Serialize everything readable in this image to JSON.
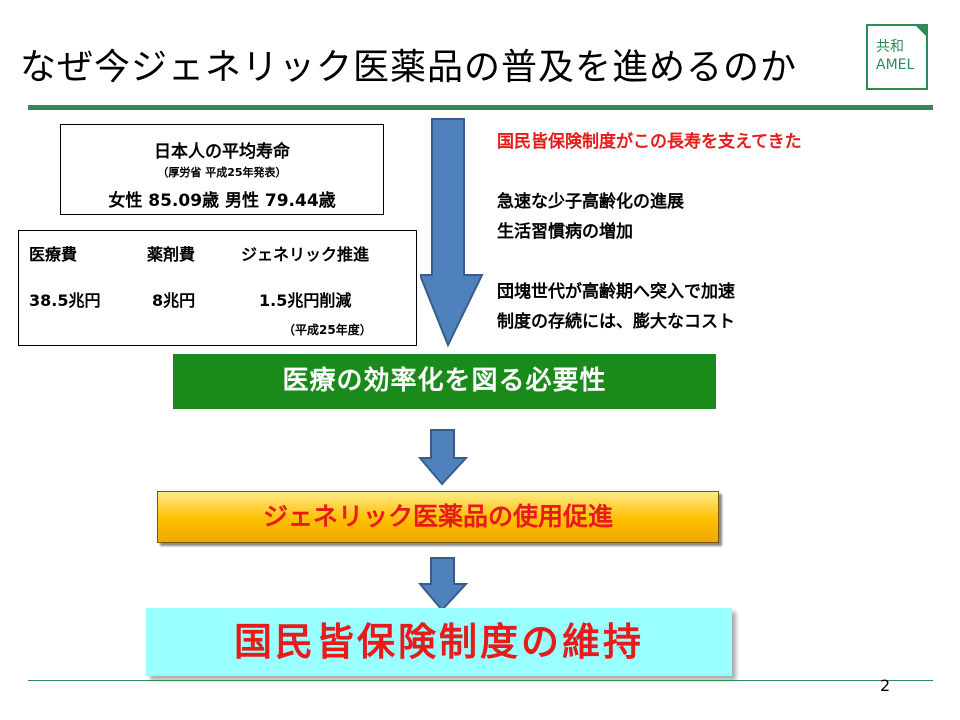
{
  "title": "なぜ今ジェネリック医薬品の普及を進めるのか",
  "logo": {
    "line1": "共和",
    "line2": "AMEL"
  },
  "lifespan": {
    "heading": "日本人の平均寿命",
    "source": "（厚労省 平成25年発表）",
    "values": "女性 85.09歳 男性 79.44歳"
  },
  "costs": {
    "headers": [
      "医療費",
      "薬剤費",
      "ジェネリック推進"
    ],
    "values": [
      "38.5兆円",
      "8兆円",
      "1.5兆円削減"
    ],
    "note": "（平成25年度）"
  },
  "right": {
    "highlight": "国民皆保険制度がこの長寿を支えてきた",
    "line1": "急速な少子高齢化の進展",
    "line2": "生活習慣病の増加",
    "line3": "団塊世代が高齢期へ突入で加速",
    "line4": "制度の存続には、膨大なコスト"
  },
  "steps": {
    "efficiency": "医療の効率化を図る必要性",
    "generic": "ジェネリック医薬品の使用促進",
    "maintain": "国民皆保険制度の維持"
  },
  "page_number": "2",
  "colors": {
    "accent_green": "#2e8b57",
    "arrow_blue": "#4f81bd",
    "red": "#e81a1a"
  }
}
